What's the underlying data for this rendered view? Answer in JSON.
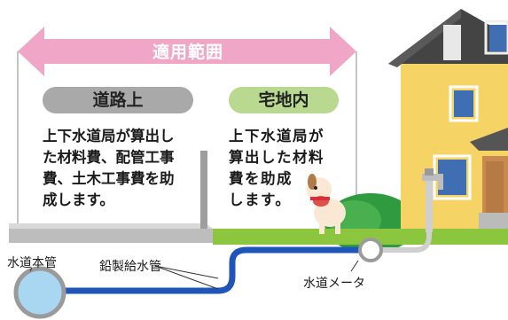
{
  "scope": {
    "label": "適用範囲"
  },
  "road": {
    "title": "道路上",
    "lines": [
      "上下水道局が算出し",
      "た材料費、配管工事",
      "費、土木工事費を助",
      "成します。"
    ]
  },
  "premises": {
    "title": "宅地内",
    "lines": [
      "上下水道局が",
      "算出した材料",
      "費を助成",
      "します。"
    ]
  },
  "labels": {
    "water_main": "水道本管",
    "lead_pipe": "鉛製給水管",
    "water_meter": "水道メータ"
  },
  "colors": {
    "scope_arrow": "#f0a6c6",
    "road_pill": "#a9a9a9",
    "home_pill": "#b8d98f",
    "pipe": "#1f55b8",
    "main_fill": "#a9d7f2",
    "house_wall": "#f6d365",
    "roof": "#444444",
    "grass": "#8cc63f"
  }
}
